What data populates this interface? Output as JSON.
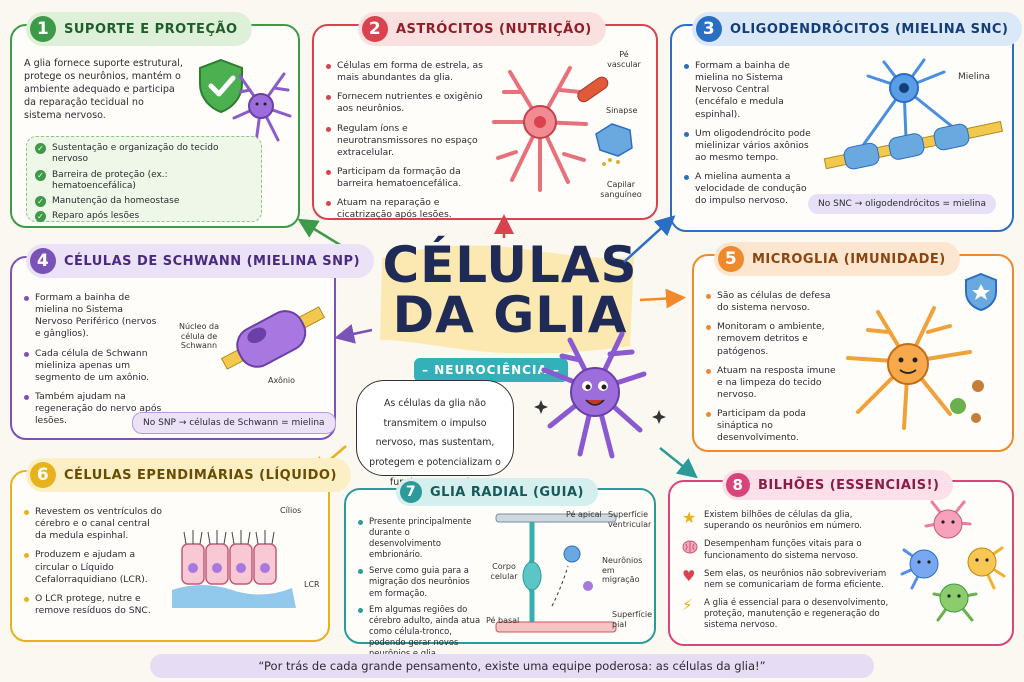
{
  "title": {
    "line1": "CÉLULAS",
    "line2": "DA GLIA",
    "tag": "– NEUROCIÊNCIA –"
  },
  "bubble": "As células da glia não transmitem o impulso nervoso, mas sustentam, protegem e potencializam o funcionamento dos neurônios.",
  "footer": "“Por trás de cada grande pensamento, existe uma equipe poderosa: as células da glia!”",
  "sections": {
    "s1": {
      "number": "1",
      "title": "SUPORTE E PROTEÇÃO",
      "text": "A glia fornece suporte estrutural, protege os neurônios, mantém o ambiente adequado e participa da reparação tecidual no sistema nervoso.",
      "checks": [
        "Sustentação e organização do tecido nervoso",
        "Barreira de proteção (ex.: hematoencefálica)",
        "Manutenção da homeostase",
        "Reparo após lesões"
      ]
    },
    "s2": {
      "number": "2",
      "title": "ASTRÓCITOS (NUTRIÇÃO)",
      "bullets": [
        "Células em forma de estrela, as mais abundantes da glia.",
        "Fornecem nutrientes e oxigênio aos neurônios.",
        "Regulam íons e neurotransmissores no espaço extracelular.",
        "Participam da formação da barreira hematoencefálica.",
        "Atuam na reparação e cicatrização após lesões."
      ],
      "labels": {
        "vascular": "Pé vascular",
        "sinapse": "Sinapse",
        "capilar": "Capilar sanguíneo"
      }
    },
    "s3": {
      "number": "3",
      "title": "OLIGODENDRÓCITOS (MIELINA SNC)",
      "bullets": [
        "Formam a bainha de mielina no Sistema Nervoso Central (encéfalo e medula espinhal).",
        "Um oligodendrócito pode mielinizar vários axônios ao mesmo tempo.",
        "A mielina aumenta a velocidade de condução do impulso nervoso."
      ],
      "label_mielina": "Mielina",
      "note": "No SNC → oligodendrócitos = mielina"
    },
    "s4": {
      "number": "4",
      "title": "CÉLULAS DE SCHWANN (MIELINA SNP)",
      "bullets": [
        "Formam a bainha de mielina no Sistema Nervoso Periférico (nervos e gânglios).",
        "Cada célula de Schwann mieliniza apenas um segmento de um axônio.",
        "Também ajudam na regeneração do nervo após lesões."
      ],
      "label_nucleo": "Núcleo da célula de Schwann",
      "label_axonio": "Axônio",
      "note": "No SNP → células de Schwann = mielina"
    },
    "s5": {
      "number": "5",
      "title": "MICROGLIA (IMUNIDADE)",
      "bullets": [
        "São as células de defesa do sistema nervoso.",
        "Monitoram o ambiente, removem detritos e patógenos.",
        "Atuam na resposta imune e na limpeza do tecido nervoso.",
        "Participam da poda sináptica no desenvolvimento."
      ]
    },
    "s6": {
      "number": "6",
      "title": "CÉLULAS EPENDIMÁRIAS (LÍQUIDO)",
      "bullets": [
        "Revestem os ventrículos do cérebro e o canal central da medula espinhal.",
        "Produzem e ajudam a circular o Líquido Cefalorraquidiano (LCR).",
        "O LCR protege, nutre e remove resíduos do SNC."
      ],
      "label_cilios": "Cílios",
      "label_lcr": "LCR"
    },
    "s7": {
      "number": "7",
      "title": "GLIA RADIAL (GUIA)",
      "bullets": [
        "Presente principalmente durante o desenvolvimento embrionário.",
        "Serve como guia para a migração dos neurônios em formação.",
        "Em algumas regiões do cérebro adulto, ainda atua como célula-tronco, podendo gerar novos neurônios e glia."
      ],
      "labels": {
        "pe_apical": "Pé apical",
        "sup_ventricular": "Superfície ventricular",
        "corpo": "Corpo celular",
        "migracao": "Neurônios em migração",
        "pe_basal": "Pé basal",
        "sup_pial": "Superfície pial"
      }
    },
    "s8": {
      "number": "8",
      "title": "BILHÕES (ESSENCIAIS!)",
      "items": [
        {
          "icon": "star-icon",
          "text": "Existem bilhões de células da glia, superando os neurônios em número."
        },
        {
          "icon": "brain-icon",
          "text": "Desempenham funções vitais para o funcionamento do sistema nervoso."
        },
        {
          "icon": "heart-icon",
          "text": "Sem elas, os neurônios não sobreviveriam nem se comunicariam de forma eficiente."
        },
        {
          "icon": "lightning-icon",
          "text": "A glia é essencial para o desenvolvimento, proteção, manutenção e regeneração do sistema nervoso."
        }
      ]
    }
  },
  "colors": {
    "green": "#3c9a49",
    "red": "#d9434f",
    "blue": "#2a6fc4",
    "purple": "#7b52b8",
    "orange": "#ef8a2c",
    "yellow": "#e8b21e",
    "teal": "#2d9a9a",
    "pink": "#d9457a"
  }
}
